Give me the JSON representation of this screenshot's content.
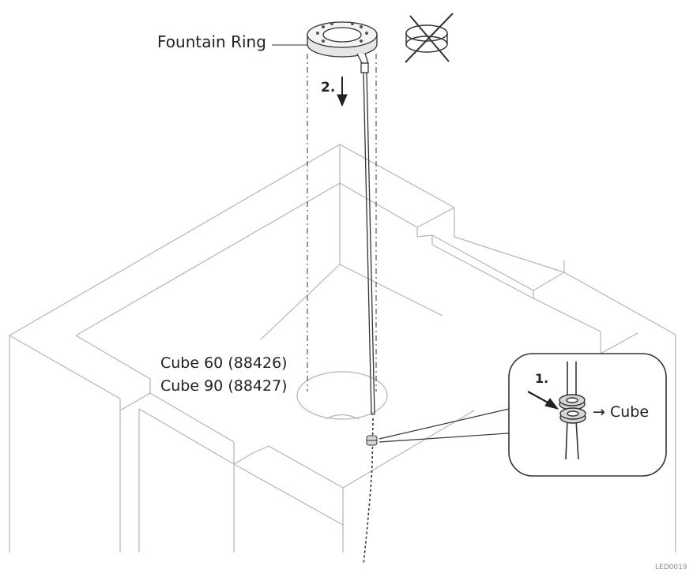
{
  "labels": {
    "fountain_ring": "Fountain Ring",
    "cube60": "Cube 60 (88426)",
    "cube90": "Cube 90 (88427)",
    "step2": "2.",
    "step1": "1.",
    "cube_arrow": "→ Cube",
    "code": "LED0019"
  },
  "colors": {
    "outline": "#b5b5b5",
    "ink": "#333333",
    "detail_fill": "#d6d6d6"
  }
}
